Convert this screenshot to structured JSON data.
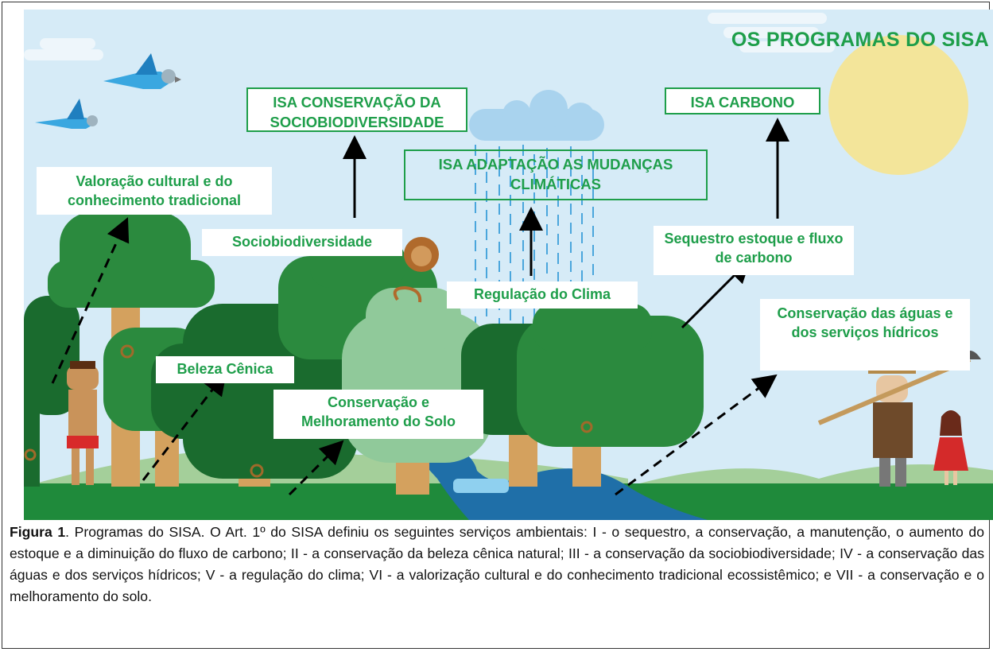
{
  "title": "OS PROGRAMAS DO SISA",
  "programs": {
    "sociobio": "ISA CONSERVAÇÃO DA SOCIOBIODIVERSIDADE",
    "adaptacao": "ISA ADAPTAÇÃO AS MUDANÇAS CLIMÁTICAS",
    "carbono": "ISA CARBONO"
  },
  "services": {
    "valoracao": "Valoração cultural e do conhecimento tradicional",
    "sociobiodiversidade": "Sociobiodiversidade",
    "regulacao": "Regulação do Clima",
    "sequestro": "Sequestro estoque e fluxo de carbono",
    "aguas": "Conservação das águas e dos serviços hídricos",
    "beleza": "Beleza Cênica",
    "solo": "Conservação e Melhoramento do Solo"
  },
  "caption": {
    "label": "Figura 1",
    "text": ". Programas do SISA. O Art. 1º do SISA definiu os seguintes serviços ambientais: I - o sequestro, a conservação, a manutenção, o aumento do estoque e a diminuição do fluxo de carbono; II - a conservação da beleza cênica natural; III - a conservação da sociobiodiversidade; IV - a conservação das águas e dos serviços hídricos; V - a regulação do clima; VI - a valorização cultural e do conhecimento tradicional ecossistêmico; e VII - a conservação e o melhoramento do solo."
  },
  "colors": {
    "sky": "#d6ebf7",
    "accent_green": "#1e9e4a",
    "dark_tree": "#1a6b2e",
    "mid_tree": "#2b8a3e",
    "light_tree": "#90c99a",
    "trunk": "#d4a15e",
    "ground": "#1f8a3b",
    "hill": "#a4cf9a",
    "river": "#1f6fa8",
    "sun": "#f3e59a",
    "rain": "#4aa6dc"
  },
  "icons": [
    "parrot-icon",
    "parrot-icon",
    "sun-icon",
    "rain-cloud-icon",
    "lion-icon",
    "indigenous-man-icon",
    "farmer-icon",
    "girl-icon"
  ]
}
